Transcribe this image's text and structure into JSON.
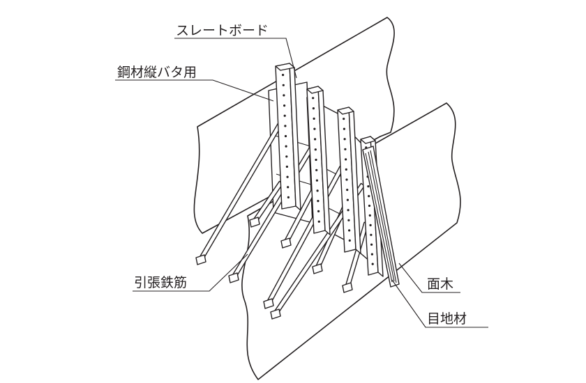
{
  "labels": {
    "slate_board": "スレートボード",
    "steel_batten": "鋼材縦バタ用",
    "tension_rebar": "引張鉄筋",
    "face_wood": "面木",
    "joint_material": "目地材"
  },
  "colors": {
    "line": "#231f20",
    "background": "#ffffff"
  }
}
